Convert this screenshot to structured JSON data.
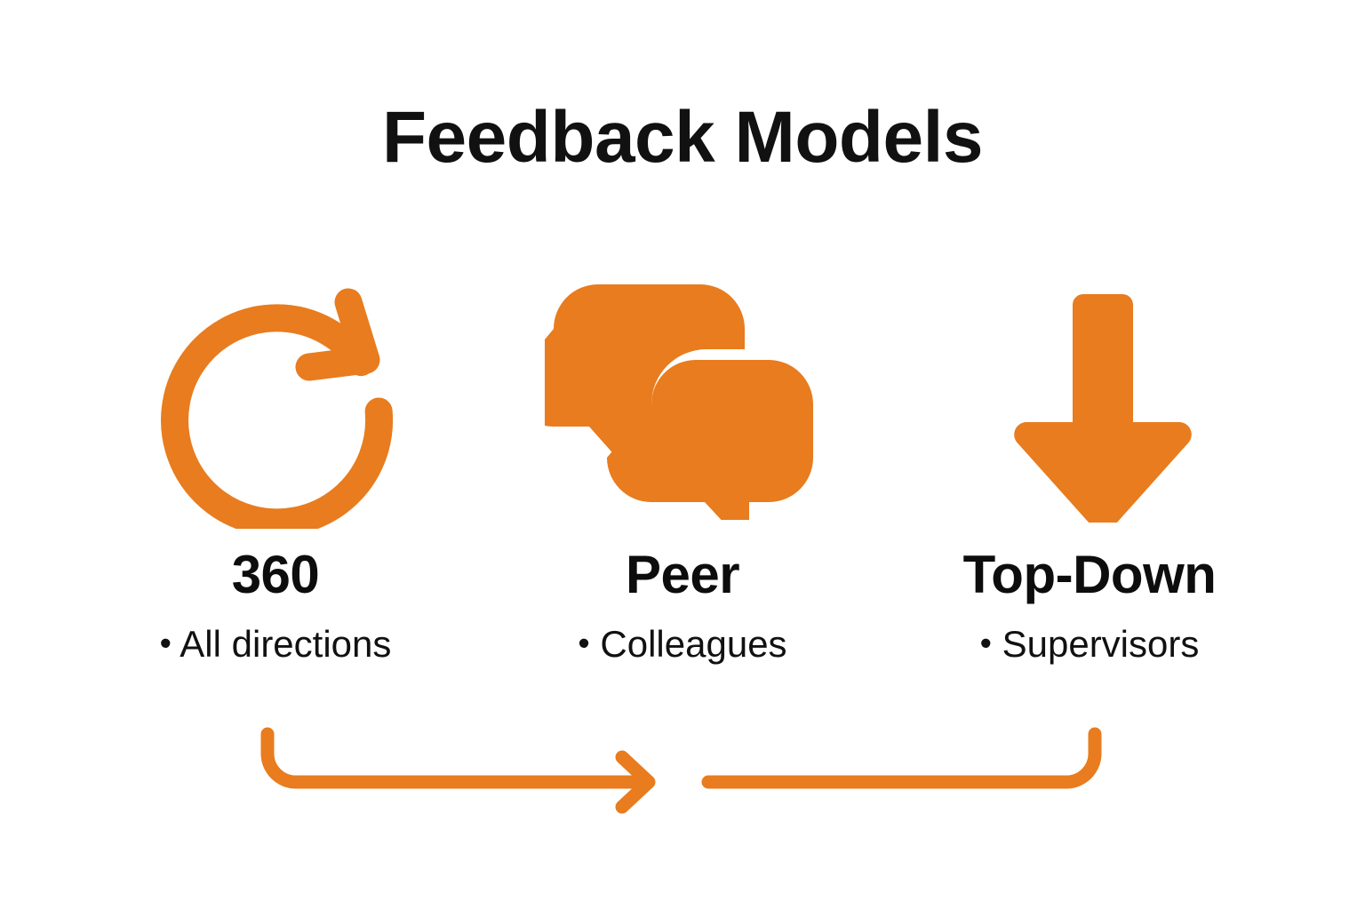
{
  "page": {
    "title": "Feedback Models",
    "background_color": "#ffffff",
    "accent_color": "#E87C1E",
    "text_color": "#111111"
  },
  "columns": [
    {
      "icon": "circular-arrow-360-icon",
      "heading": "360",
      "bullet": "•",
      "detail": "All directions"
    },
    {
      "icon": "speech-bubbles-icon",
      "heading": "Peer",
      "bullet": "•",
      "detail": "Colleagues"
    },
    {
      "icon": "down-arrow-icon",
      "heading": "Top-Down",
      "bullet": "•",
      "detail": "Supervisors"
    }
  ],
  "connectors": [
    {
      "name": "flow-arrow-360-to-peer",
      "has_arrowhead": true
    },
    {
      "name": "flow-line-peer-to-top-down",
      "has_arrowhead": false
    }
  ]
}
